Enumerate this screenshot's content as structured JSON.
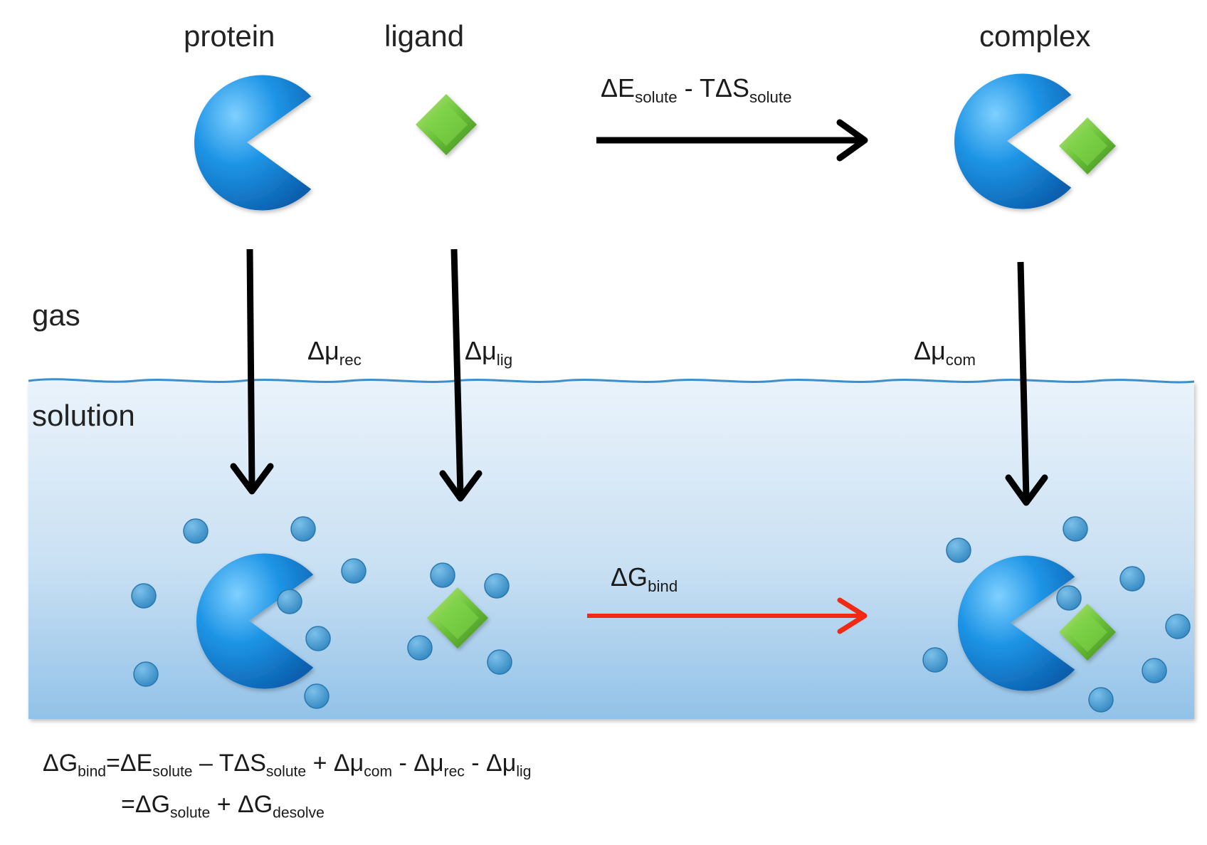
{
  "labels": {
    "protein": "protein",
    "ligand": "ligand",
    "complex": "complex",
    "gas": "gas",
    "solution": "solution"
  },
  "top_arrow": {
    "delta_e": "ΔE",
    "sub_solute_1": "solute",
    "minus_t_delta_s": " - TΔS",
    "sub_solute_2": "solute"
  },
  "mu_labels": {
    "rec_main": "Δμ",
    "rec_sub": "rec",
    "lig_main": "Δμ",
    "lig_sub": "lig",
    "com_main": "Δμ",
    "com_sub": "com"
  },
  "bind_label": {
    "main": "ΔG",
    "sub": "bind"
  },
  "equation": {
    "line1": {
      "t1": "ΔG",
      "s1": "bind",
      "t2": "=ΔE",
      "s2": "solute",
      "t3": " – TΔS",
      "s3": "solute",
      "t4": " + Δμ",
      "s4": "com",
      "t5": " - Δμ",
      "s5": "rec",
      "t6": " - Δμ",
      "s6": "lig"
    },
    "line2": {
      "t1": "=ΔG",
      "s1": "solute",
      "t2": " + ΔG",
      "s2": "desolve"
    }
  },
  "colors": {
    "protein": "#1a8fe0",
    "ligand": "#6cc23a",
    "water_molecule": "#3f98cf",
    "solution_top": "#e8f2fa",
    "solution_bottom": "#94c4e8",
    "surface_line": "#4a9ad4",
    "arrow": "#000000",
    "bind_arrow": "#f22a14"
  }
}
